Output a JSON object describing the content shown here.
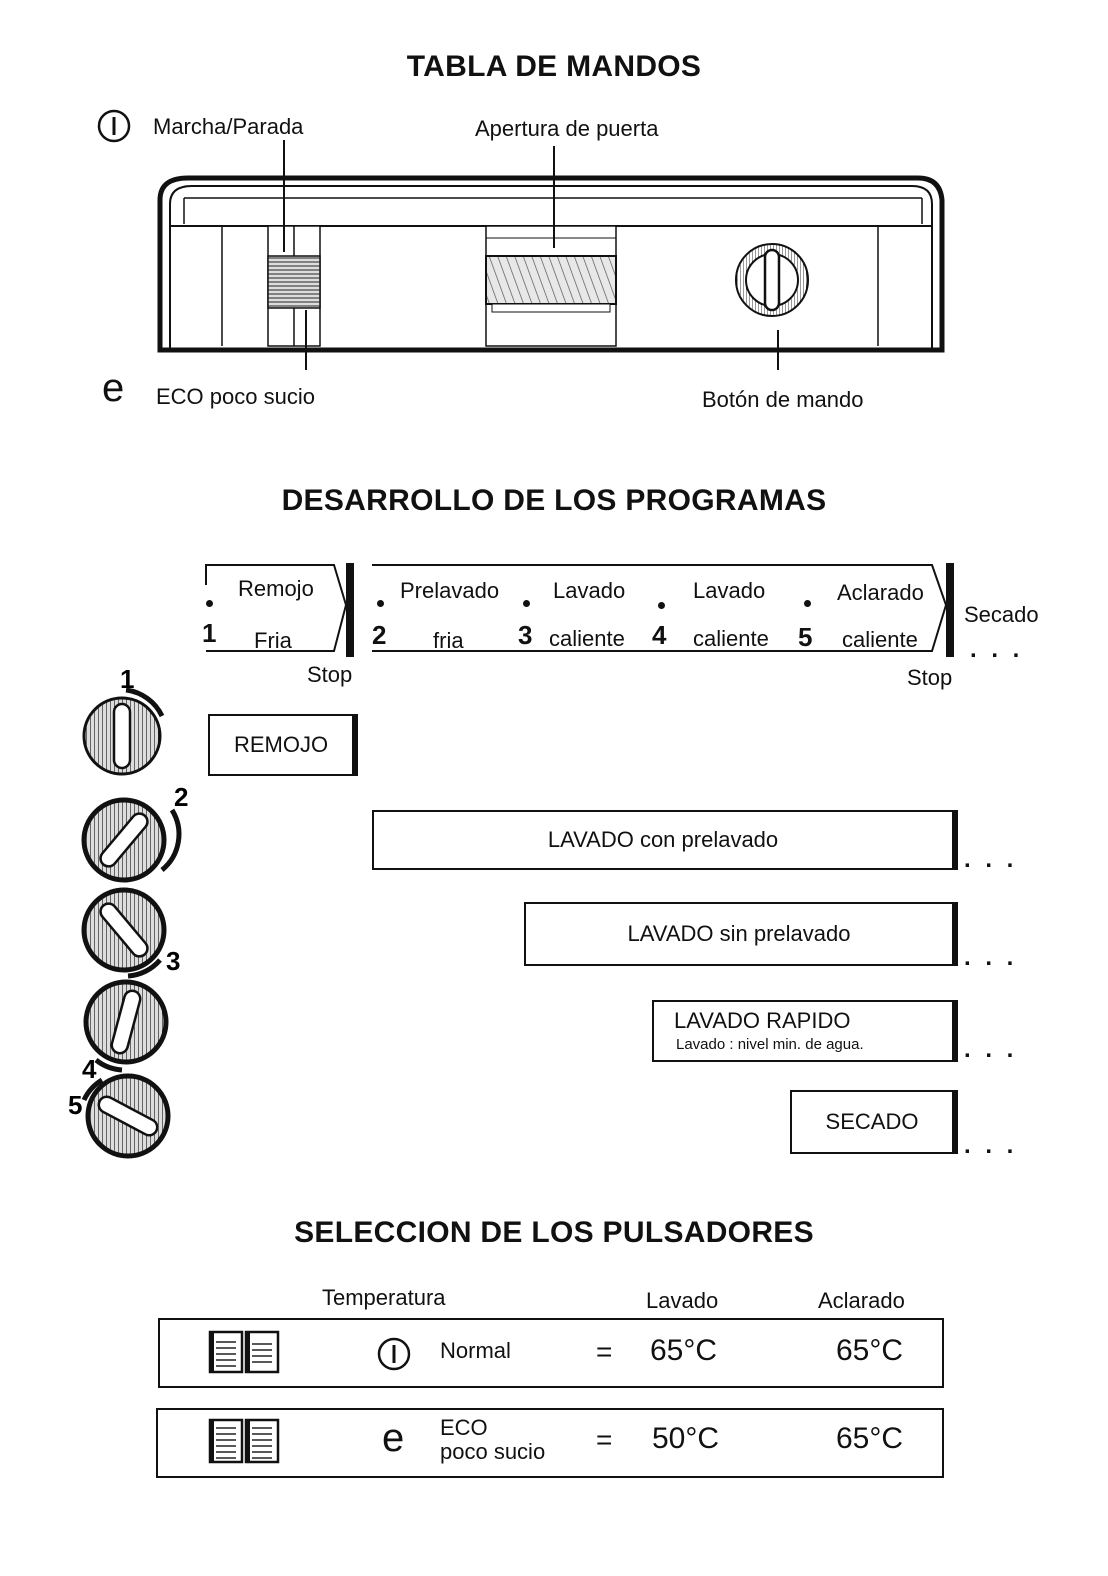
{
  "sections": {
    "controls_title": "TABLA DE MANDOS",
    "programs_title": "DESARROLLO DE LOS PROGRAMAS",
    "buttons_title": "SELECCION DE LOS PULSADORES"
  },
  "control_panel": {
    "on_off_label": "Marcha/Parada",
    "door_label": "Apertura de puerta",
    "eco_label": "ECO poco sucio",
    "knob_label": "Botón de mando",
    "eco_symbol": "e"
  },
  "program_steps": [
    {
      "num": "1",
      "top": "Remojo",
      "bottom": "Fria"
    },
    {
      "num": "2",
      "top": "Prelavado",
      "bottom": "fria"
    },
    {
      "num": "3",
      "top": "Lavado",
      "bottom": "caliente"
    },
    {
      "num": "4",
      "top": "Lavado",
      "bottom": "caliente"
    },
    {
      "num": "5",
      "top": "Aclarado",
      "bottom": "caliente"
    }
  ],
  "program_extra": {
    "drying": "Secado",
    "stop": "Stop",
    "ellipsis": ". . ."
  },
  "programs": [
    {
      "knob": "1",
      "label": "REMOJO"
    },
    {
      "knob": "2",
      "label": "LAVADO con prelavado"
    },
    {
      "knob": "3",
      "label": "LAVADO sin prelavado"
    },
    {
      "knob": "4",
      "label": "LAVADO RAPIDO",
      "sub": "Lavado : nivel min. de agua."
    },
    {
      "knob": "5",
      "label": "SECADO"
    }
  ],
  "buttons_table": {
    "headers": {
      "temperature": "Temperatura",
      "wash": "Lavado",
      "rinse": "Aclarado"
    },
    "rows": [
      {
        "symbol": "⏻",
        "mode": "Normal",
        "mode_sub": "",
        "eq": "=",
        "wash": "65°C",
        "rinse": "65°C"
      },
      {
        "symbol": "e",
        "mode": "ECO",
        "mode_sub": "poco sucio",
        "eq": "=",
        "wash": "50°C",
        "rinse": "65°C"
      }
    ]
  }
}
